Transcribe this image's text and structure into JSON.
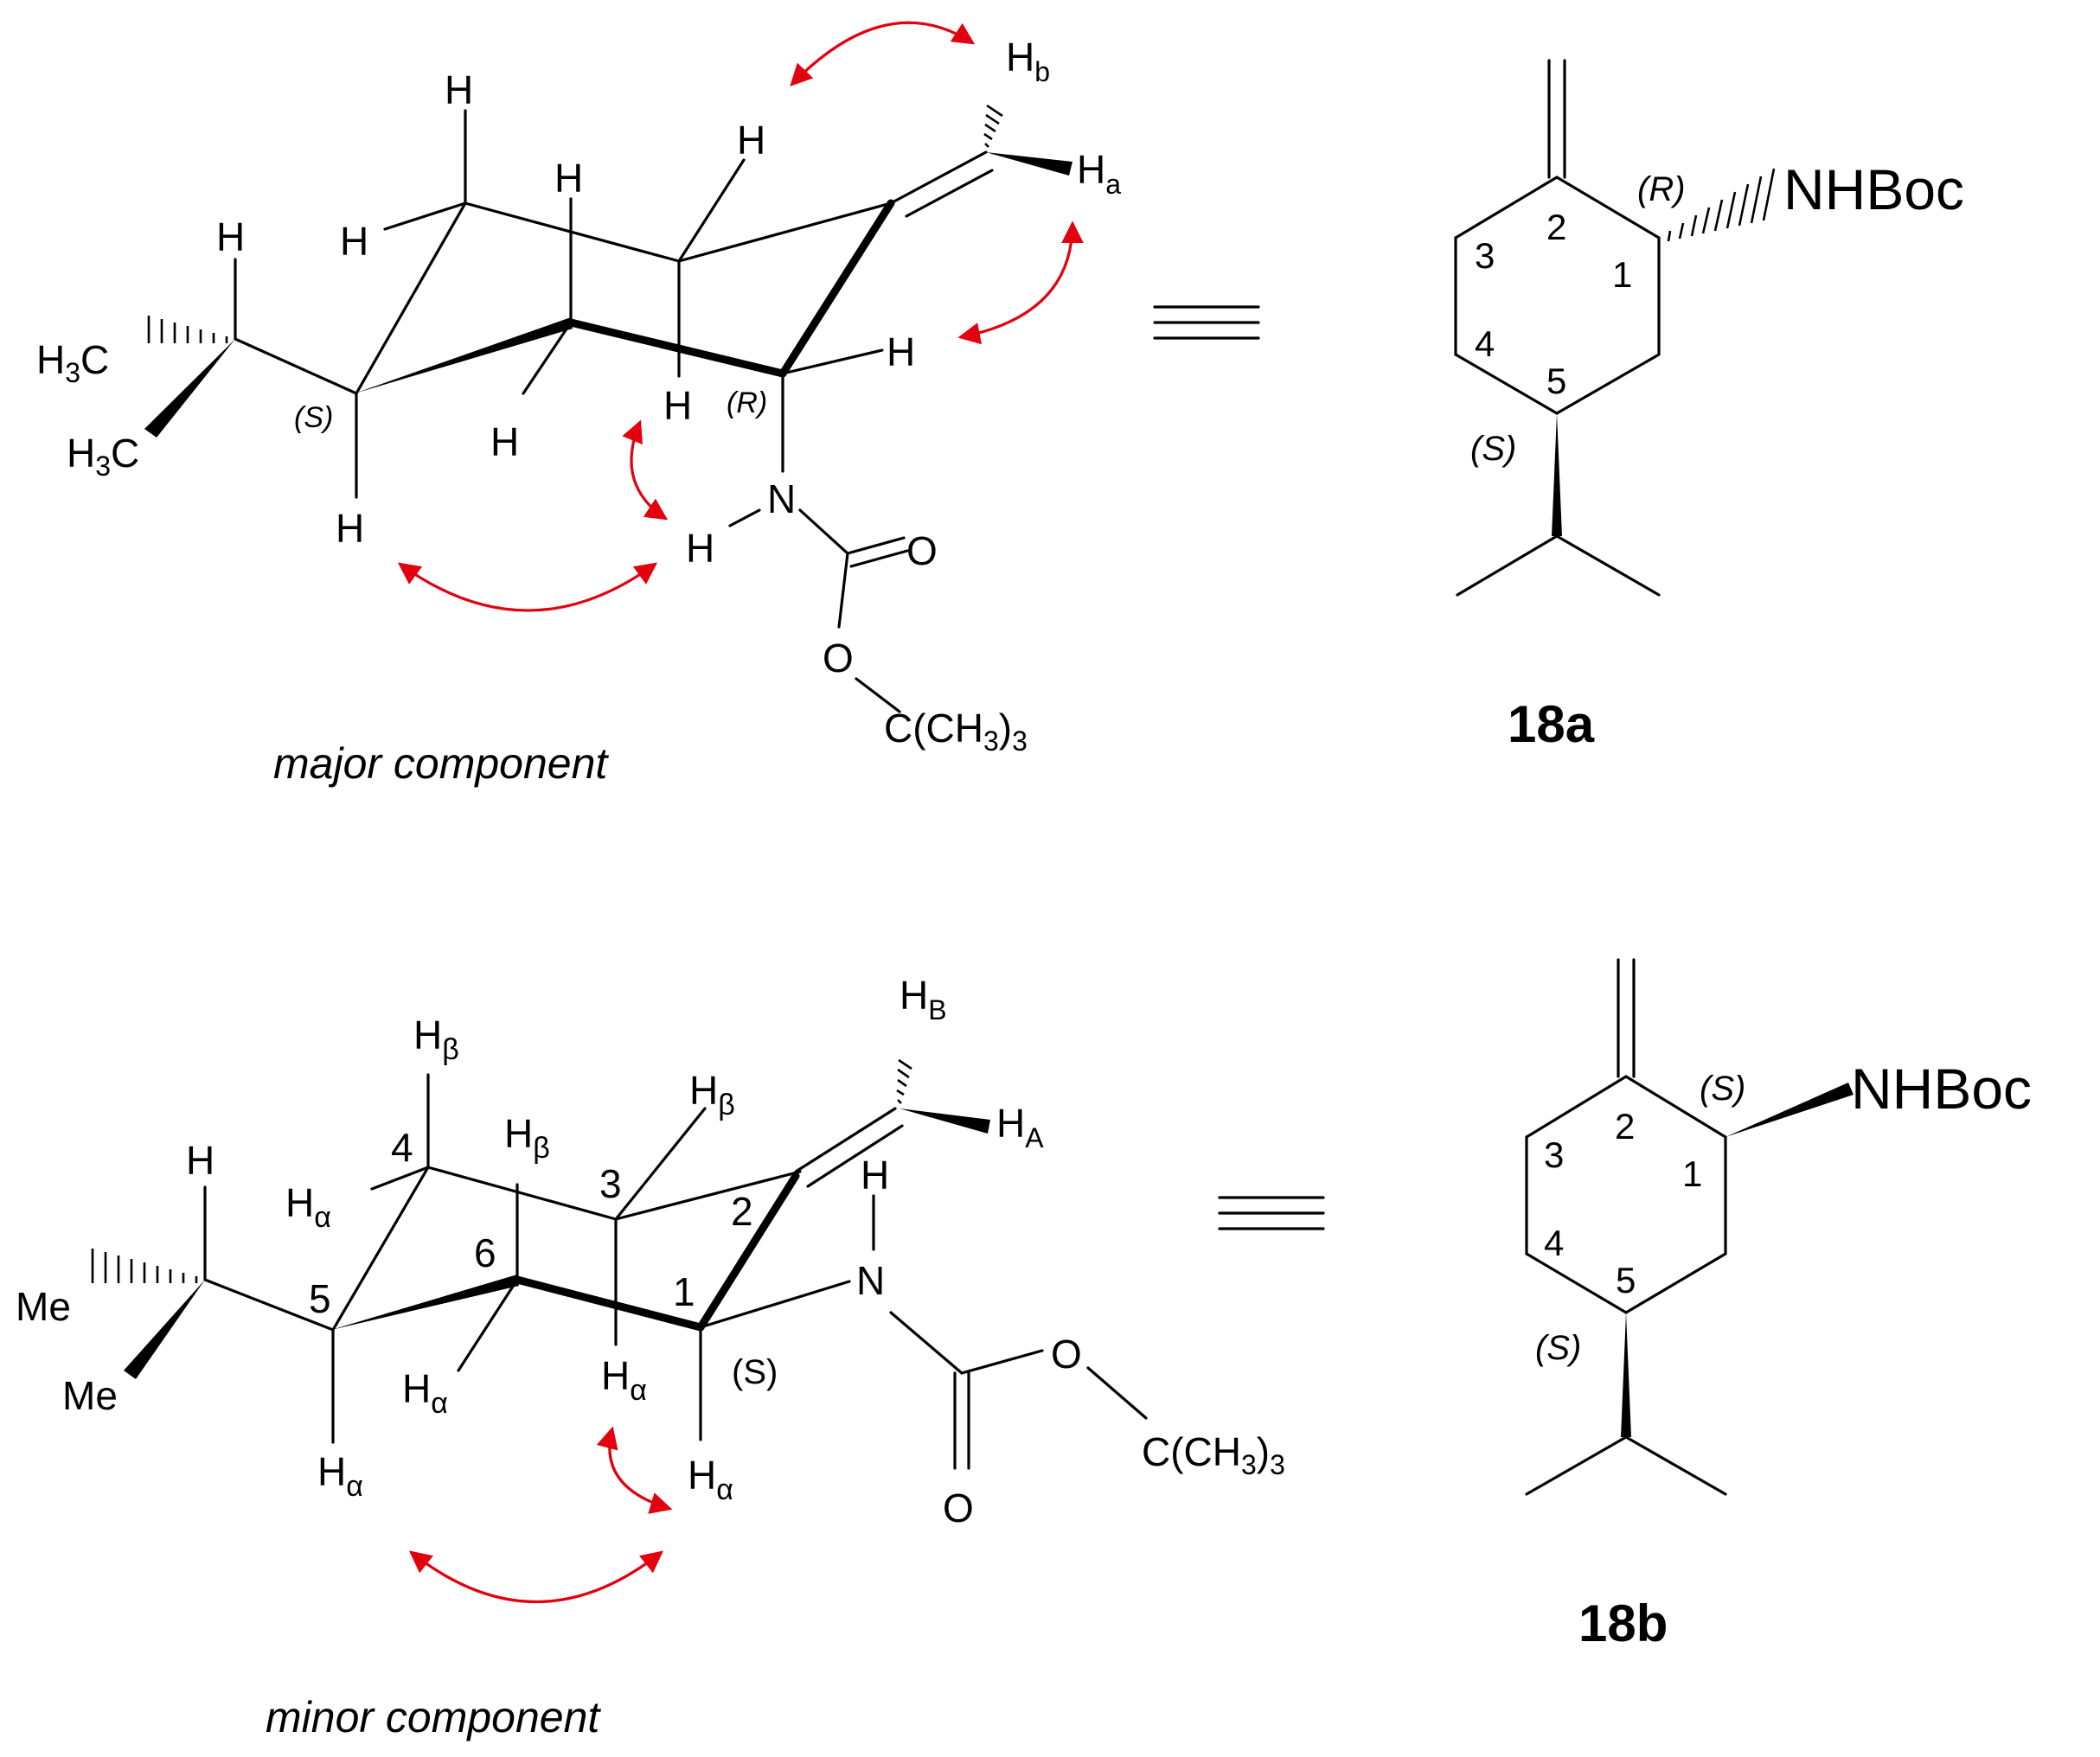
{
  "atoms": {
    "H": "H",
    "N": "N",
    "O": "O",
    "Me": "Me",
    "ch3_body": "H",
    "ch3_c": "C",
    "sub_3": "3",
    "ctbu_pre": "C(CH",
    "ctbu_close": ")",
    "a": "a",
    "b": "b",
    "A": "A",
    "B": "B",
    "alpha": "α",
    "beta": "β",
    "nhboc": "NHBoc"
  },
  "descriptors": {
    "R": "(R)",
    "S": "(S)"
  },
  "ring_numbers": [
    "1",
    "2",
    "3",
    "4",
    "5",
    "6"
  ],
  "equivalence_symbol": "≡",
  "compounds": {
    "a": "18a",
    "b": "18b"
  },
  "captions": {
    "major": "major component",
    "minor": "minor component"
  },
  "colors": {
    "noe_arrow": "#e3000f",
    "bond": "#000000"
  }
}
